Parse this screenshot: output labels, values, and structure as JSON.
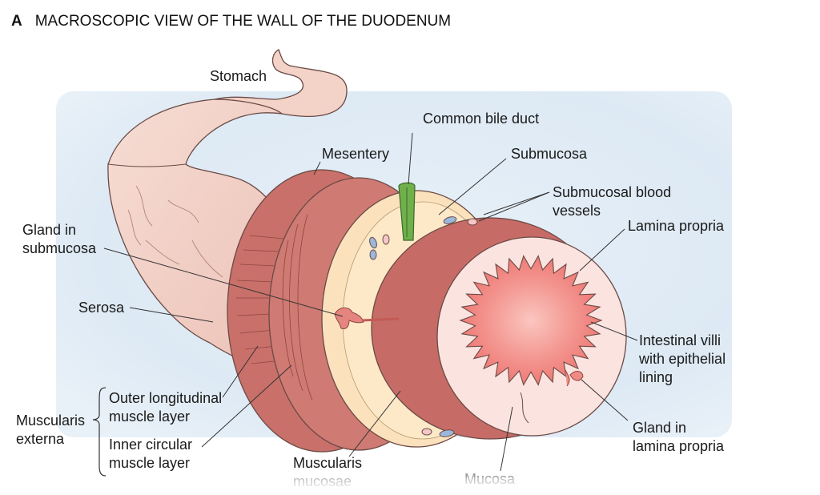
{
  "figure": {
    "panel_letter": "A",
    "title": "MACROSCOPIC VIEW OF THE WALL OF THE DUODENUM"
  },
  "labels": {
    "stomach": "Stomach",
    "common_bile_duct": "Common bile duct",
    "mesentery": "Mesentery",
    "submucosa": "Submucosa",
    "submucosal_blood_vessels_1": "Submucosal blood",
    "submucosal_blood_vessels_2": "vessels",
    "lamina_propria": "Lamina propria",
    "gland_in_submucosa_1": "Gland in",
    "gland_in_submucosa_2": "submucosa",
    "serosa": "Serosa",
    "intestinal_villi_1": "Intestinal villi",
    "intestinal_villi_2": "with epithelial",
    "intestinal_villi_3": "lining",
    "outer_longitudinal_1": "Outer longitudinal",
    "outer_longitudinal_2": "muscle layer",
    "muscularis_externa_1": "Muscularis",
    "muscularis_externa_2": "externa",
    "inner_circular_1": "Inner circular",
    "inner_circular_2": "muscle layer",
    "muscularis_mucosae_1": "Muscularis",
    "muscularis_mucosae_2": "mucosae",
    "gland_in_lamina_propria_1": "Gland in",
    "gland_in_lamina_propria_2": "lamina propria",
    "mucosa": "Mucosa"
  },
  "colors": {
    "background_panel": "#dfeaf4",
    "serosa_pink": "#f2d0c6",
    "muscle_red": "#c9706a",
    "submucosa_tan": "#fbe2bd",
    "lamina_propria_pink": "#fbe3df",
    "lumen_red": "#f08080",
    "bile_duct_green": "#6fb04a",
    "vessel_blue": "#9bb7dc"
  }
}
